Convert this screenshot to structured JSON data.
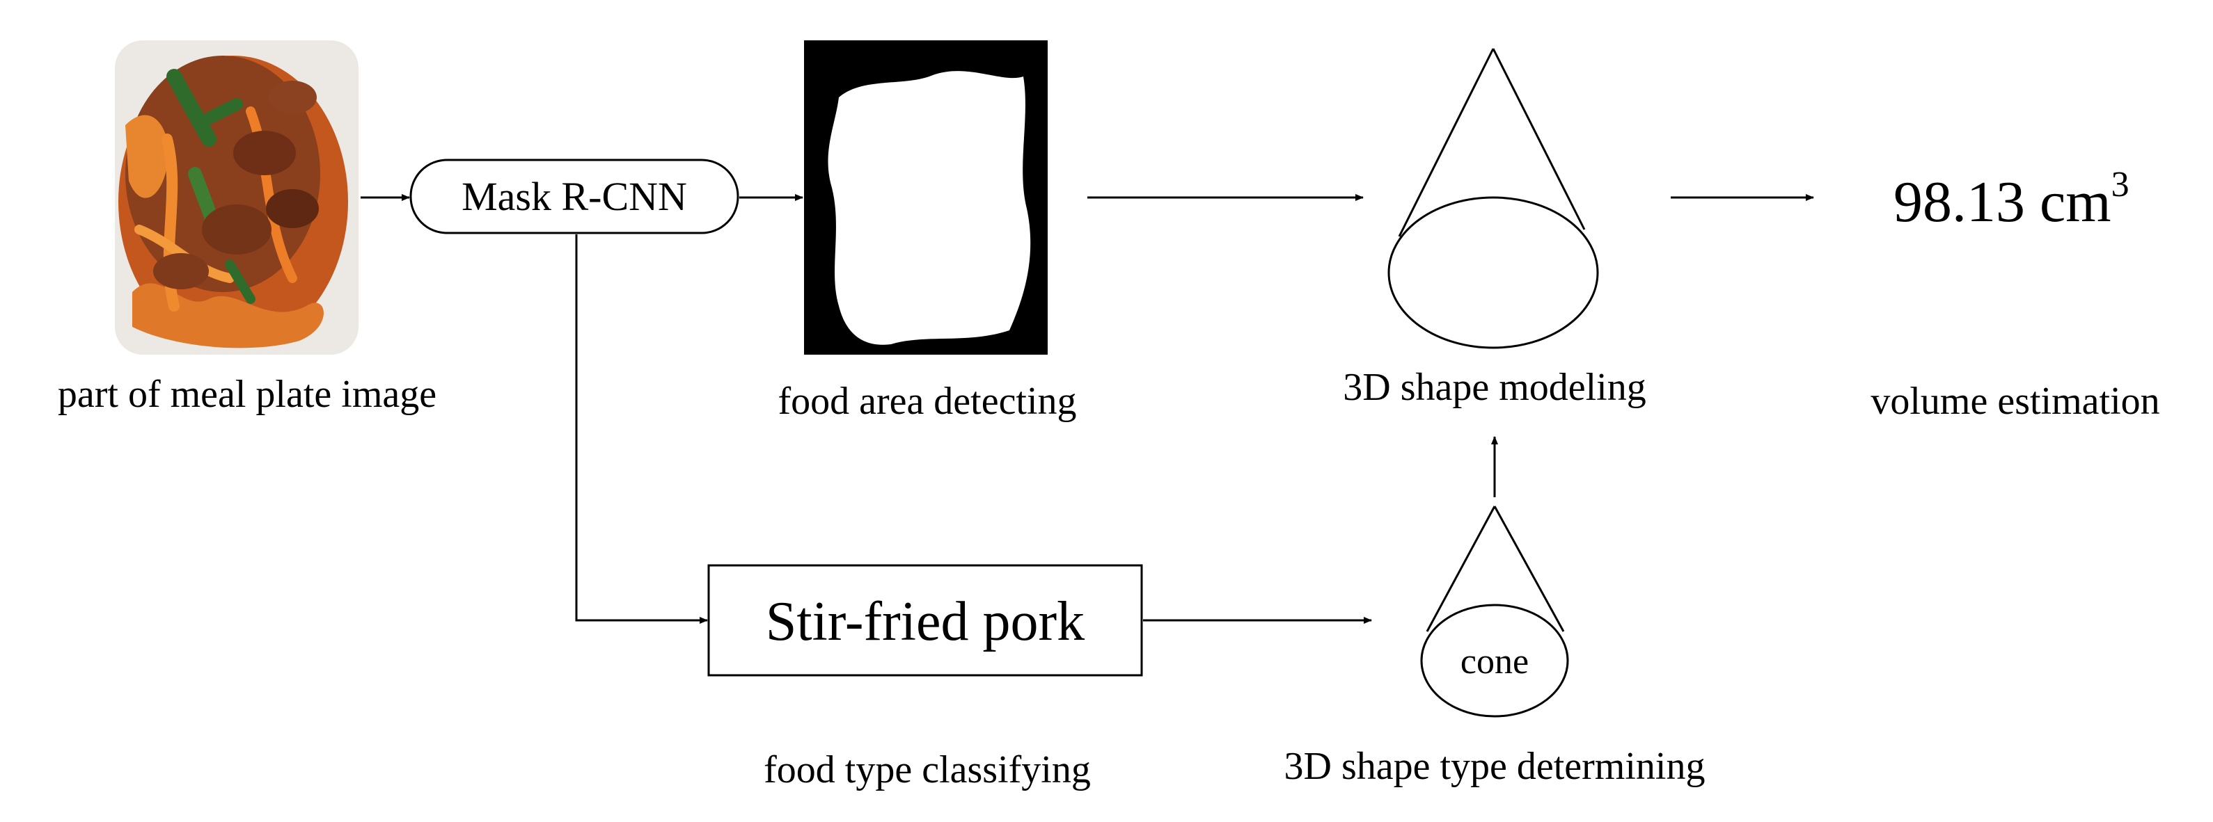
{
  "captions": {
    "meal_image": "part of meal plate image",
    "food_area": "food area detecting",
    "shape_modeling": "3D shape modeling",
    "volume": "volume estimation",
    "food_type": "food type classifying",
    "shape_type": "3D shape type determining"
  },
  "nodes": {
    "mask_rcnn": "Mask R-CNN",
    "food_class": "Stir-fried pork",
    "shape_type_label": "cone",
    "volume_value": "98.13 cm",
    "volume_exponent": "3"
  },
  "colors": {
    "food_brown": "#7a3a1a",
    "food_orange": "#e8731f",
    "food_green": "#2f6b2a",
    "plate": "#e9e6e1"
  }
}
